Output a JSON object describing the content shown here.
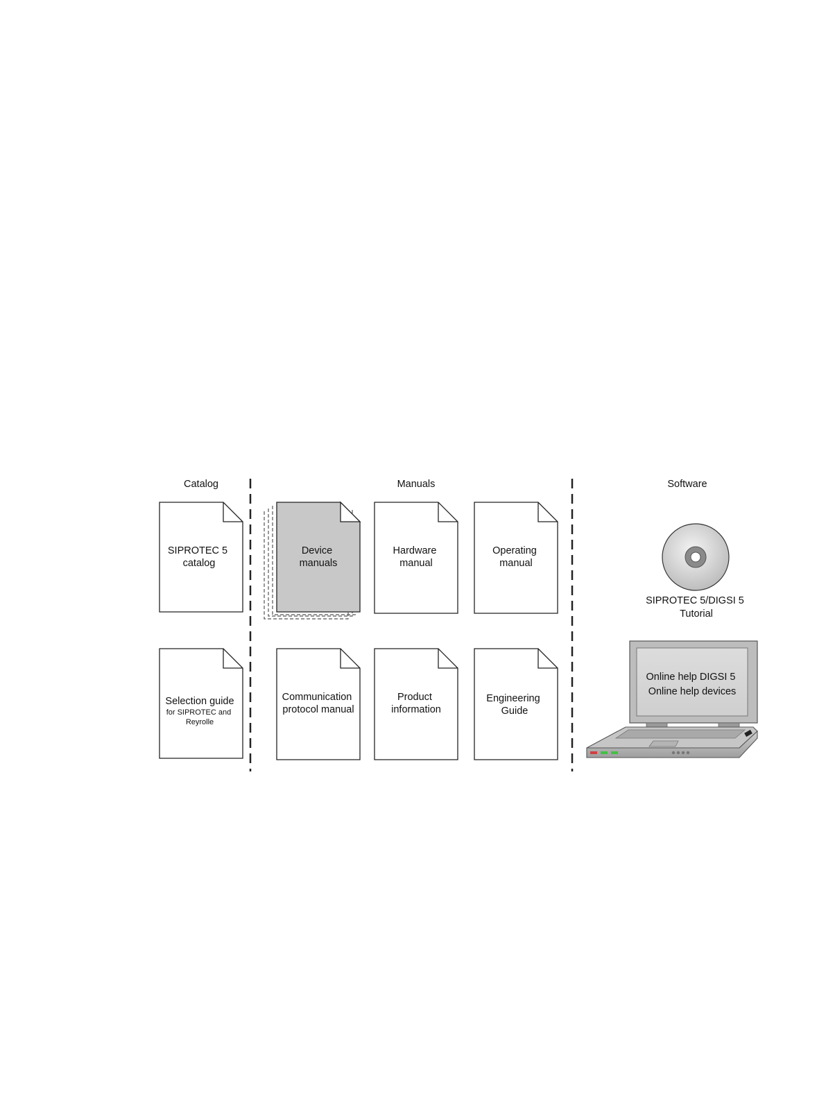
{
  "sections": {
    "catalog": "Catalog",
    "manuals": "Manuals",
    "software": "Software"
  },
  "documents": {
    "siprotec_catalog": {
      "lines": [
        "SIPROTEC 5",
        "catalog"
      ]
    },
    "selection_guide": {
      "lines": [
        "Selection guide"
      ],
      "small_lines": [
        "for SIPROTEC and",
        "Reyrolle"
      ]
    },
    "device_manuals": {
      "lines": [
        "Device",
        "manuals"
      ]
    },
    "hardware_manual": {
      "lines": [
        "Hardware",
        "manual"
      ]
    },
    "operating_manual": {
      "lines": [
        "Operating",
        "manual"
      ]
    },
    "communication_protocol_manual": {
      "lines": [
        "Communication",
        "protocol manual"
      ]
    },
    "product_information": {
      "lines": [
        "Product",
        "information"
      ]
    },
    "engineering_guide": {
      "lines": [
        "Engineering",
        "Guide"
      ]
    }
  },
  "software": {
    "cd_label": [
      "SIPROTEC 5/DIGSI 5",
      "Tutorial"
    ],
    "laptop_screen": [
      "Online help DIGSI 5",
      "Online help devices"
    ]
  },
  "colors": {
    "line": "#222222",
    "device_manual_fill": "#c8c8c8",
    "laptop_body": "#b8b8b8",
    "laptop_screen": "#d6d6d6",
    "led_green": "#44c044",
    "led_red": "#d04040"
  }
}
